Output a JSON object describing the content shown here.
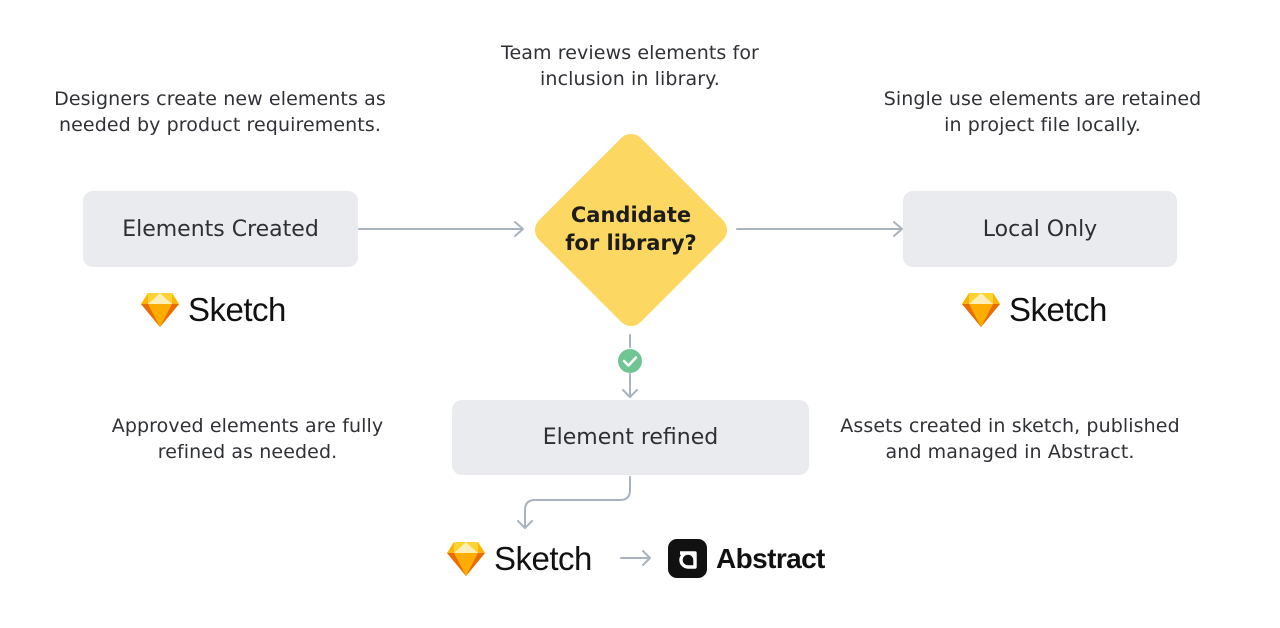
{
  "captions": {
    "designers": [
      "Designers create new elements as",
      "needed by product requirements."
    ],
    "team": [
      "Team reviews elements for",
      "inclusion in library."
    ],
    "single_use": [
      "Single use elements are retained",
      "in project file locally."
    ],
    "approved": [
      "Approved elements are fully",
      "refined as needed."
    ],
    "assets": [
      "Assets created in sketch, published",
      "and managed in Abstract."
    ]
  },
  "nodes": {
    "elements_created": "Elements Created",
    "candidate": [
      "Candidate",
      "for library?"
    ],
    "local_only": "Local Only",
    "element_refined": "Element refined"
  },
  "logos": {
    "sketch": "Sketch",
    "abstract": "Abstract"
  },
  "icons": {
    "approval": "check-circle-icon",
    "sketch": "sketch-diamond-icon",
    "abstract": "abstract-logo-icon"
  },
  "colors": {
    "decision": "#fcd862",
    "node_fill": "#e9ebee",
    "connector": "#a9b3bd",
    "approve": "#6fc693",
    "sketch_gold": "#f7a51f"
  }
}
